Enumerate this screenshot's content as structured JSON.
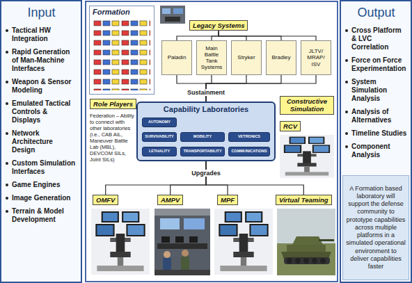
{
  "diagram": {
    "nodes": [
      {
        "text": [
          "Input",
          "Tactical HW Integration",
          "Rapid Generation of Man-Machine Interfaces",
          "Weapon & Sensor Modeling",
          "Emulated Tactical Controls & Displays",
          "Network Architecture Design",
          "Custom Simulation Interfaces",
          "Game Engines",
          "Image Generation",
          "Terrain & Model Development"
        ]
      },
      {
        "text": [
          "Formation"
        ]
      },
      {
        "text": [
          "Legacy Systems"
        ]
      },
      {
        "text": [
          "Paladin"
        ]
      },
      {
        "text": [
          "Main Battle Tank Systems"
        ]
      },
      {
        "text": [
          "Stryker"
        ]
      },
      {
        "text": [
          "Bradley"
        ]
      },
      {
        "text": [
          "JLTV/ MRAP/ ISV"
        ]
      },
      {
        "text": [
          "Role Players"
        ]
      },
      {
        "text": [
          "Capability Laboratories"
        ]
      },
      {
        "text": [
          "AUTONOMY"
        ],
        "in": 9
      },
      {
        "text": [
          "SURVIVABILITY"
        ],
        "in": 9
      },
      {
        "text": [
          "MOBILITY"
        ],
        "in": 9
      },
      {
        "text": [
          "VETRONICS"
        ],
        "in": 9
      },
      {
        "text": [
          "LETHALITY"
        ],
        "in": 9
      },
      {
        "text": [
          "TRANSPORTABILITY"
        ],
        "in": 9
      },
      {
        "text": [
          "COMMUNICATIONS"
        ],
        "in": 9
      },
      {
        "text": [
          "Constructive Simulation"
        ]
      },
      {
        "text": [
          "RCV"
        ]
      },
      {
        "text": [
          "OMFV"
        ]
      },
      {
        "text": [
          "AMPV"
        ]
      },
      {
        "text": [
          "MPF"
        ]
      },
      {
        "text": [
          "Virtual Teaming"
        ]
      },
      {
        "text": [
          "Output",
          "Cross Platform & LVC Correlation",
          "Force on Force Experimentation",
          "System Simulation Analysis",
          "Analysis of Alternatives",
          "Timeline Studies",
          "Component Analysis"
        ]
      },
      {
        "text": [
          "A Formation based laboratory will support the defense community to prototype capabilities across multiple platforms in a simulated operational environment to deliver capabilities faster"
        ],
        "in": 23
      }
    ],
    "edges": [
      {
        "from": 2,
        "to": 3,
        "arrow": "none"
      },
      {
        "from": 2,
        "to": 4,
        "arrow": "none"
      },
      {
        "from": 2,
        "to": 5,
        "arrow": "none"
      },
      {
        "from": 2,
        "to": 6,
        "arrow": "none"
      },
      {
        "from": 2,
        "to": 7,
        "arrow": "none"
      },
      {
        "from": 3,
        "to": 9,
        "arrow": "none"
      },
      {
        "from": 4,
        "to": 9,
        "arrow": "none"
      },
      {
        "from": 5,
        "to": 9,
        "arrow": "none"
      },
      {
        "from": 6,
        "to": 9,
        "arrow": "none"
      },
      {
        "from": 7,
        "to": 9,
        "arrow": "none"
      },
      {
        "from": 9,
        "to": 19,
        "arrow": "none"
      },
      {
        "from": 9,
        "to": 20,
        "arrow": "none"
      },
      {
        "from": 9,
        "to": 21,
        "arrow": "none"
      },
      {
        "from": 9,
        "to": 22,
        "arrow": "none"
      }
    ],
    "labels": [
      "Federation – Ability to connect with other laboratories (i.e., CAB AIL, Maneuver Battle Lab (MBL), DEVCOM SILs, Joint SILs)",
      "Sustainment",
      "Upgrades"
    ]
  }
}
